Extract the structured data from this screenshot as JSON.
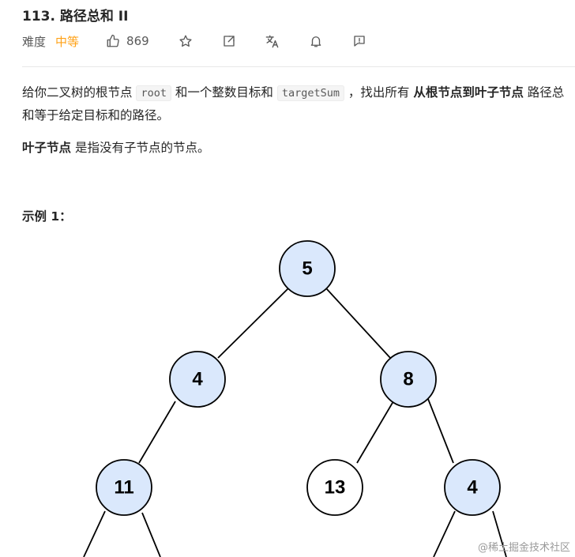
{
  "problem": {
    "title": "113. 路径总和 II",
    "difficulty_label": "难度",
    "difficulty_value": "中等",
    "likes": "869",
    "accent_color": "#ffa116"
  },
  "toolbar_icons": [
    "thumbs-up-icon",
    "star-icon",
    "share-icon",
    "translate-icon",
    "bell-icon",
    "feedback-icon"
  ],
  "description": {
    "p1_a": "给你二叉树的根节点 ",
    "p1_code1": "root",
    "p1_b": " 和一个整数目标和 ",
    "p1_code2": "targetSum",
    "p1_c": " ，找出所有 ",
    "p1_bold": "从根节点到叶子节点",
    "p1_d": " 路径总和等于给定目标和的路径。",
    "p2_bold": "叶子节点",
    "p2_rest": " 是指没有子节点的节点。"
  },
  "example": {
    "title": "示例 1："
  },
  "tree": {
    "node_fill_highlight": "#dae8fc",
    "node_fill_plain": "#ffffff",
    "nodes": [
      {
        "id": "n5",
        "label": "5",
        "highlight": true
      },
      {
        "id": "n4a",
        "label": "4",
        "highlight": true
      },
      {
        "id": "n8",
        "label": "8",
        "highlight": true
      },
      {
        "id": "n11",
        "label": "11",
        "highlight": true
      },
      {
        "id": "n13",
        "label": "13",
        "highlight": false
      },
      {
        "id": "n4b",
        "label": "4",
        "highlight": true
      }
    ]
  },
  "watermark": "@稀土掘金技术社区"
}
